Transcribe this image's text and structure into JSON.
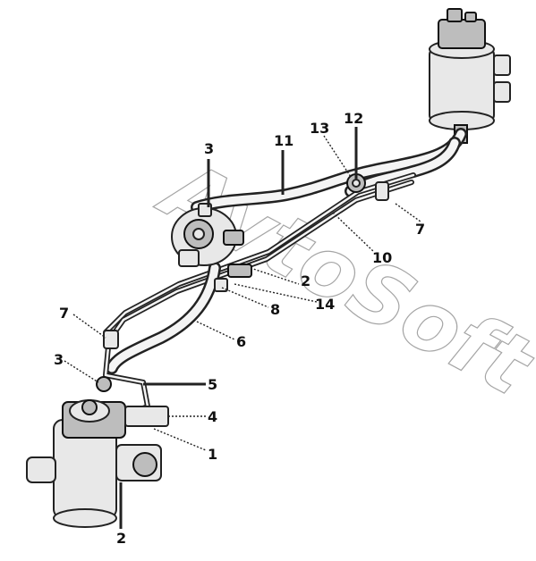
{
  "watermark": "AvtoSoft",
  "callouts": {
    "c1": "1",
    "c2_bottom": "2",
    "c2_mid": "2",
    "c3_top": "3",
    "c3_left": "3",
    "c4": "4",
    "c5": "5",
    "c6": "6",
    "c7_left": "7",
    "c7_right": "7",
    "c8": "8",
    "c10": "10",
    "c11": "11",
    "c12": "12",
    "c13": "13",
    "c14": "14"
  }
}
